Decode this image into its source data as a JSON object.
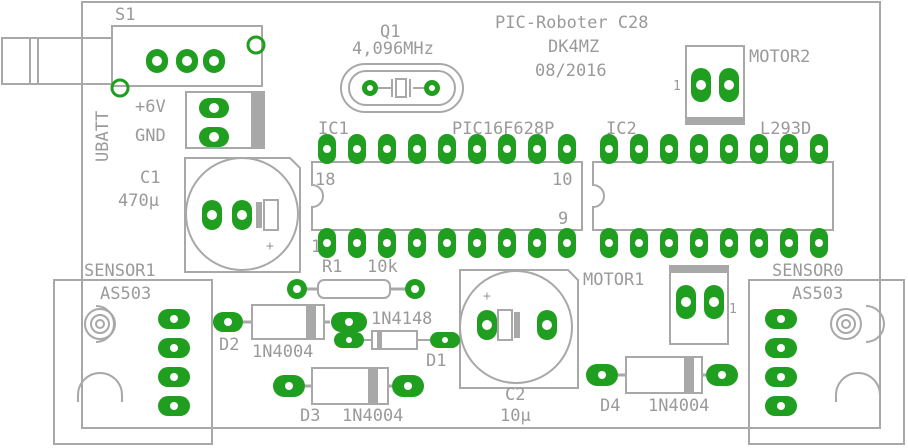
{
  "title_block": {
    "project": "PIC-Roboter C28",
    "author": "DK4MZ",
    "date": "08/2016"
  },
  "components": {
    "s1": {
      "ref": "S1"
    },
    "ubatt": {
      "label": "UBATT",
      "plus6v": "+6V",
      "gnd": "GND"
    },
    "q1": {
      "ref": "Q1",
      "value": "4,096MHz"
    },
    "motor2": {
      "ref": "MOTOR2",
      "pin1": "1"
    },
    "motor1": {
      "ref": "MOTOR1",
      "pin1": "1"
    },
    "ic1": {
      "ref": "IC1",
      "value": "PIC16F628P",
      "pin18": "18",
      "pin10": "10",
      "pin9": "9",
      "pin1": "1"
    },
    "ic2": {
      "ref": "IC2",
      "value": "L293D"
    },
    "c1": {
      "ref": "C1",
      "value": "470µ",
      "plus": "+"
    },
    "c2": {
      "ref": "C2",
      "value": "10µ",
      "plus": "+"
    },
    "r1": {
      "ref": "R1",
      "value": "10k"
    },
    "d1": {
      "ref": "D1",
      "value": "1N4148"
    },
    "d2": {
      "ref": "D2",
      "value": "1N4004"
    },
    "d3": {
      "ref": "D3",
      "value": "1N4004"
    },
    "d4": {
      "ref": "D4",
      "value": "1N4004"
    },
    "sensor1": {
      "ref": "SENSOR1",
      "value": "AS503"
    },
    "sensor0": {
      "ref": "SENSOR0",
      "value": "AS503"
    }
  },
  "colors": {
    "copper": "#1f9e1f",
    "silkscreen": "#a8a8a8",
    "background": "#ffffff"
  }
}
